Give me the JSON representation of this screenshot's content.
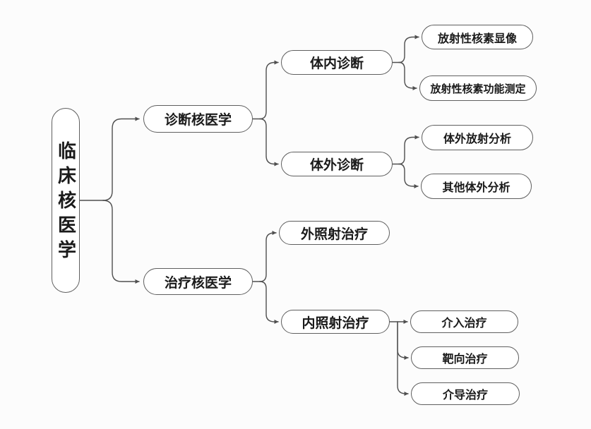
{
  "tree": {
    "root_label": "临床核医学",
    "branches": [
      {
        "label": "诊断核医学",
        "children": [
          {
            "label": "体内诊断",
            "children": [
              {
                "label": "放射性核素显像"
              },
              {
                "label": "放射性核素功能测定"
              }
            ]
          },
          {
            "label": "体外诊断",
            "children": [
              {
                "label": "体外放射分析"
              },
              {
                "label": "其他体外分析"
              }
            ]
          }
        ]
      },
      {
        "label": "治疗核医学",
        "children": [
          {
            "label": "外照射治疗",
            "children": []
          },
          {
            "label": "内照射治疗",
            "children": [
              {
                "label": "介入治疗"
              },
              {
                "label": "靶向治疗"
              },
              {
                "label": "介导治疗"
              }
            ]
          }
        ]
      }
    ]
  },
  "colors": {
    "background": "#fcfcfc",
    "node_fill": "#ffffff",
    "node_border": "#5f5f5f",
    "connector_line": "#4f4f4f",
    "text": "#1a1a1a"
  }
}
